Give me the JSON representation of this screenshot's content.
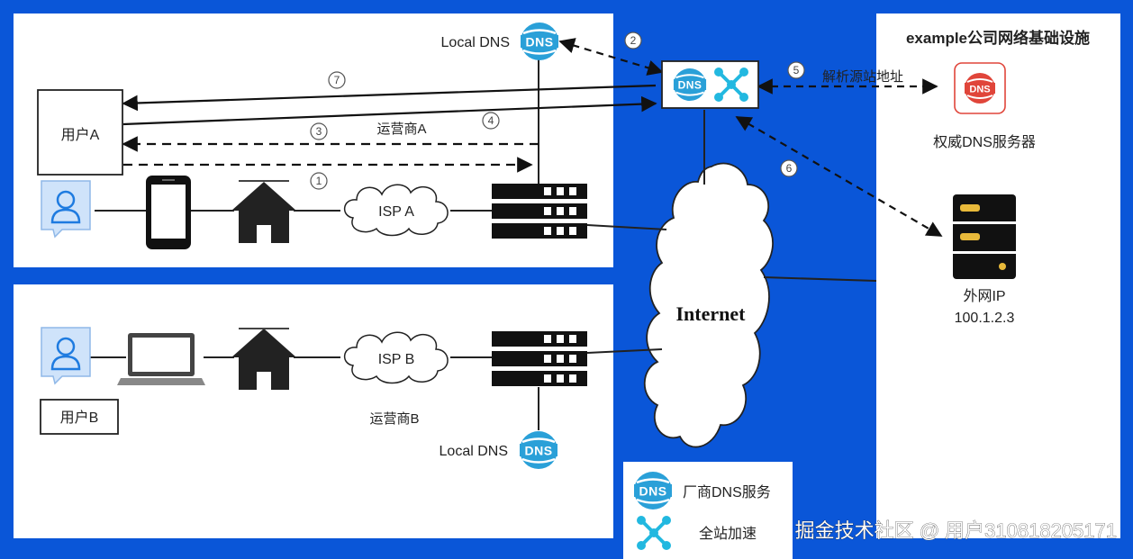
{
  "colors": {
    "background": "#0a56d8",
    "panel": "#ffffff",
    "dns_blue": "#2aa0d8",
    "accel_cyan": "#22b8e0",
    "auth_red": "#e0453a",
    "server_gold": "#e8b93a",
    "ink": "#111111"
  },
  "panels": {
    "infra_title": "example公司网络基础设施"
  },
  "nodes": {
    "local_dns_a": "Local DNS",
    "local_dns_b": "Local DNS",
    "user_a": "用户A",
    "user_b": "用户B",
    "isp_a": "ISP A",
    "isp_b": "ISP B",
    "carrier_a": "运营商A",
    "carrier_b": "运营商B",
    "internet": "Internet",
    "auth_dns": "权威DNS服务器",
    "public_ip_label": "外网IP",
    "public_ip": "100.1.2.3",
    "resolve_origin": "解析源站地址",
    "dns_badge": "DNS"
  },
  "steps": [
    "1",
    "2",
    "3",
    "4",
    "5",
    "6",
    "7"
  ],
  "legend": {
    "vendor_dns": "厂商DNS服务",
    "acceleration": "全站加速"
  },
  "watermark": "掘金技术社区 @ 用户310818205171",
  "icons": [
    "user-avatar-icon",
    "phone-icon",
    "laptop-icon",
    "house-icon",
    "cloud-icon",
    "server-rack-icon",
    "dns-globe-icon",
    "acceleration-node-icon"
  ]
}
